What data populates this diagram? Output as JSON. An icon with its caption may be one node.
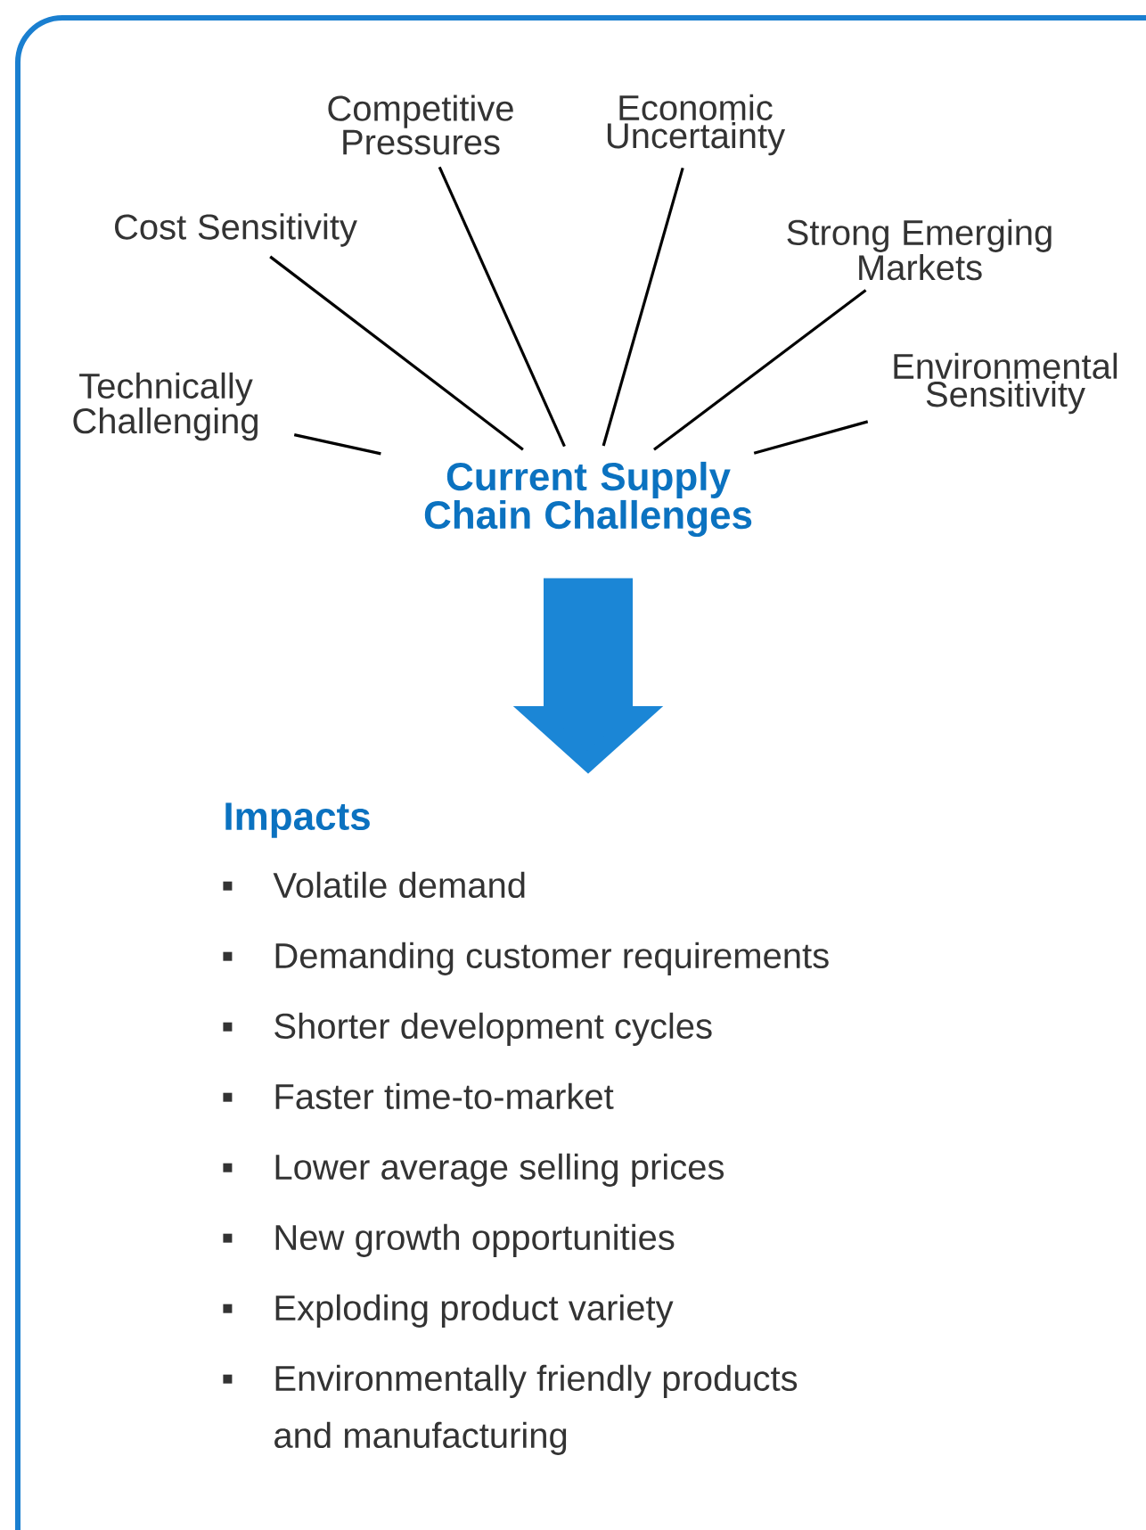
{
  "diagram": {
    "nodes": [
      {
        "text": [
          "Current Supply Chain Challenges"
        ]
      },
      {
        "text": [
          "Technically Challenging"
        ]
      },
      {
        "text": [
          "Cost Sensitivity"
        ]
      },
      {
        "text": [
          "Competitive Pressures"
        ]
      },
      {
        "text": [
          "Economic Uncertainty"
        ]
      },
      {
        "text": [
          "Strong Emerging Markets"
        ]
      },
      {
        "text": [
          "Environmental Sensitivity"
        ]
      },
      {
        "text": [
          "Impacts",
          "Volatile demand",
          "Demanding customer requirements",
          "Shorter development cycles",
          "Faster time-to-market",
          "Lower average selling prices",
          "New growth opportunities",
          "Exploding product variety",
          "Environmentally friendly products and manufacturing"
        ]
      }
    ],
    "edges": [
      {
        "from": 0,
        "to": 1,
        "arrow": "none"
      },
      {
        "from": 0,
        "to": 2,
        "arrow": "none"
      },
      {
        "from": 0,
        "to": 3,
        "arrow": "none"
      },
      {
        "from": 0,
        "to": 4,
        "arrow": "none"
      },
      {
        "from": 0,
        "to": 5,
        "arrow": "none"
      },
      {
        "from": 0,
        "to": 6,
        "arrow": "none"
      },
      {
        "from": 0,
        "to": 7,
        "arrow": "to",
        "style": "thick",
        "color": "#1b86d6"
      }
    ]
  }
}
